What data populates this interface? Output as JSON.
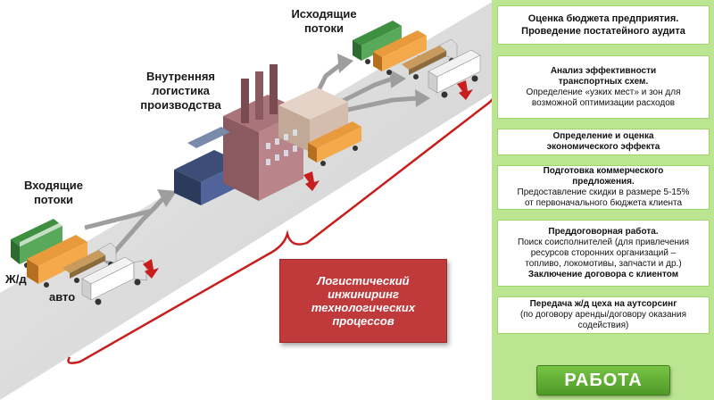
{
  "labels": {
    "incoming": [
      "Входящие",
      "потоки"
    ],
    "outgoing": [
      "Исходящие",
      "потоки"
    ],
    "internal": [
      "Внутренняя",
      "логистика",
      "производства"
    ],
    "rail": "Ж/д",
    "auto": "авто"
  },
  "center_box": [
    "Логистический",
    "инжиниринг",
    "технологических",
    "процессов"
  ],
  "steps": [
    {
      "bold": [
        "Оценка бюджета предприятия.",
        "Проведение постатейного аудита"
      ],
      "normal": []
    },
    {
      "bold": [
        "Анализ эффективности",
        "транспортных схем."
      ],
      "normal": [
        "Определение «узких мест» и зон для",
        "возможной оптимизации расходов"
      ]
    },
    {
      "bold": [
        "Определение и оценка",
        "экономического эффекта"
      ],
      "normal": []
    },
    {
      "bold": [
        "Подготовка коммерческого",
        "предложения."
      ],
      "normal": [
        "Предоставление скидки в размере 5-15%",
        "от первоначального бюджета клиента"
      ]
    },
    {
      "bold": [
        "Преддоговорная работа."
      ],
      "normal": [
        "Поиск соисполнителей (для привлечения",
        "ресурсов сторонних организаций –",
        "топливо, локомотивы, запчасти и др.)"
      ],
      "bold_after": [
        "Заключение договора с клиентом"
      ]
    },
    {
      "bold": [
        "Передача ж/д цеха на аутсорсинг"
      ],
      "normal": [
        "(по договору аренды/договору оказания",
        "содействия)"
      ]
    }
  ],
  "work_button": "РАБОТА",
  "colors": {
    "accent_red": "#c0393b",
    "step_bg": "#bce591",
    "arrow_green": "#6dbf3a",
    "flow_gray": "#9e9e9e"
  }
}
